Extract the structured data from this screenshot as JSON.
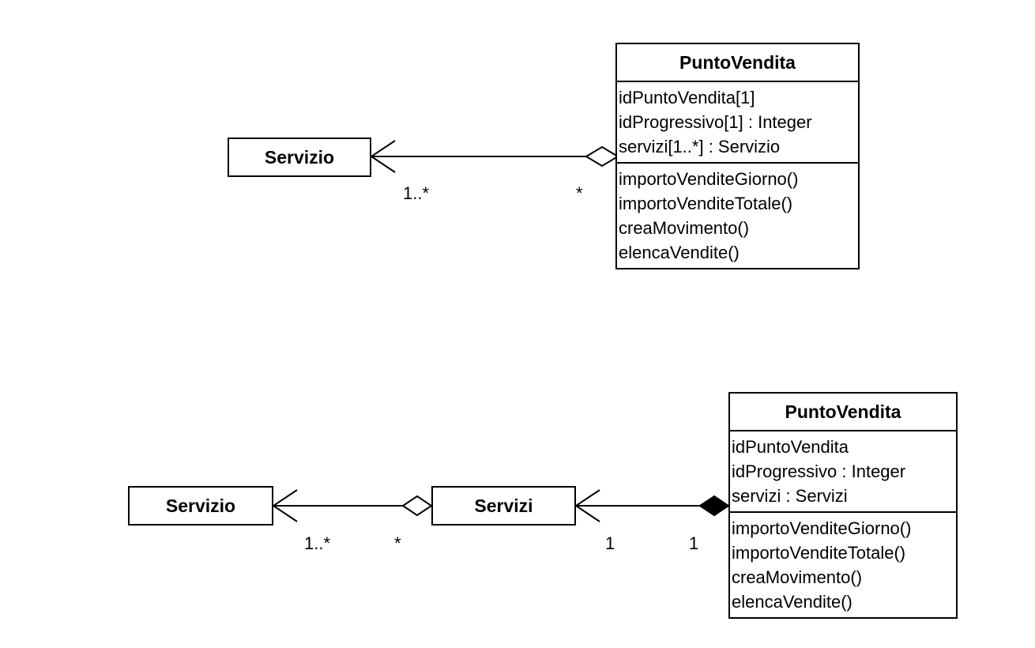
{
  "diagram_top": {
    "servizio": {
      "name": "Servizio"
    },
    "punto_vendita": {
      "name": "PuntoVendita",
      "attributes": [
        "idPuntoVendita[1]",
        "idProgressivo[1] : Integer",
        "servizi[1..*] : Servizio"
      ],
      "operations": [
        "importoVenditeGiorno()",
        "importoVenditeTotale()",
        "creaMovimento()",
        "elencaVendite()"
      ]
    },
    "association": {
      "target_multiplicity": "1..*",
      "source_multiplicity": "*",
      "kind": "aggregation"
    }
  },
  "diagram_bottom": {
    "servizio": {
      "name": "Servizio"
    },
    "servizi": {
      "name": "Servizi"
    },
    "punto_vendita": {
      "name": "PuntoVendita",
      "attributes": [
        "idPuntoVendita",
        "idProgressivo : Integer",
        "servizi : Servizi"
      ],
      "operations": [
        "importoVenditeGiorno()",
        "importoVenditeTotale()",
        "creaMovimento()",
        "elencaVendite()"
      ]
    },
    "association_servizi_servizio": {
      "target_multiplicity": "1..*",
      "source_multiplicity": "*",
      "kind": "aggregation"
    },
    "association_puntovendita_servizi": {
      "target_multiplicity": "1",
      "source_multiplicity": "1",
      "kind": "composition"
    }
  }
}
